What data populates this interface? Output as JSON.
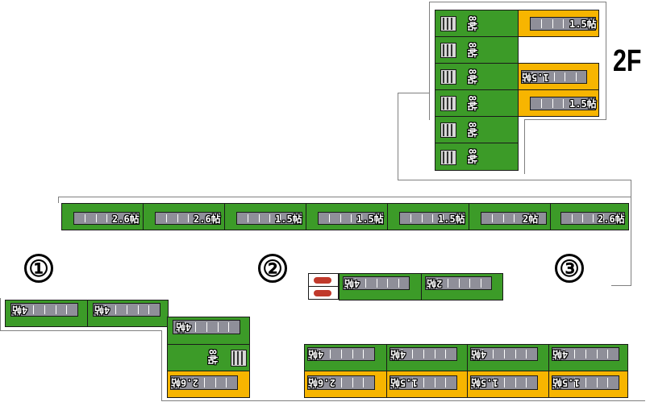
{
  "floor_label": "2F",
  "sections": [
    "①",
    "②",
    "③"
  ],
  "units_2f": [
    {
      "label": "8帖",
      "kind": "room"
    },
    {
      "label": "8帖",
      "kind": "room"
    },
    {
      "label": "8帖",
      "kind": "room"
    },
    {
      "label": "8帖",
      "kind": "room"
    },
    {
      "label": "8帖",
      "kind": "room"
    },
    {
      "label": "8帖",
      "kind": "room"
    }
  ],
  "units_2f_side": [
    {
      "label": "1.5帖"
    },
    {
      "label": "1.5帖"
    },
    {
      "label": "1.5帖"
    }
  ],
  "row_top": [
    {
      "label": "2.6帖"
    },
    {
      "label": "2.6帖"
    },
    {
      "label": "1.5帖"
    },
    {
      "label": "1.5帖"
    },
    {
      "label": "1.5帖"
    },
    {
      "label": "2帖"
    },
    {
      "label": "2.6帖"
    }
  ],
  "section1": {
    "top_row": [
      {
        "label": "4帖"
      },
      {
        "label": "4帖"
      }
    ],
    "upper": {
      "label": "4帖"
    },
    "room": {
      "label": "8帖"
    },
    "lower": {
      "label": "2.6帖"
    }
  },
  "section2": {
    "units": [
      {
        "label": "4帖"
      },
      {
        "label": "2帖"
      }
    ]
  },
  "section3": {
    "upper": [
      {
        "label": "4帖"
      },
      {
        "label": "4帖"
      },
      {
        "label": "4帖"
      },
      {
        "label": "4帖"
      }
    ],
    "lower": [
      {
        "label": "2.6帖"
      },
      {
        "label": "1.5帖"
      },
      {
        "label": "1.5帖"
      },
      {
        "label": "1.5帖"
      }
    ]
  },
  "colors": {
    "green": "#3c9b28",
    "yellow": "#f7b500",
    "grey": "#8f8f99"
  }
}
